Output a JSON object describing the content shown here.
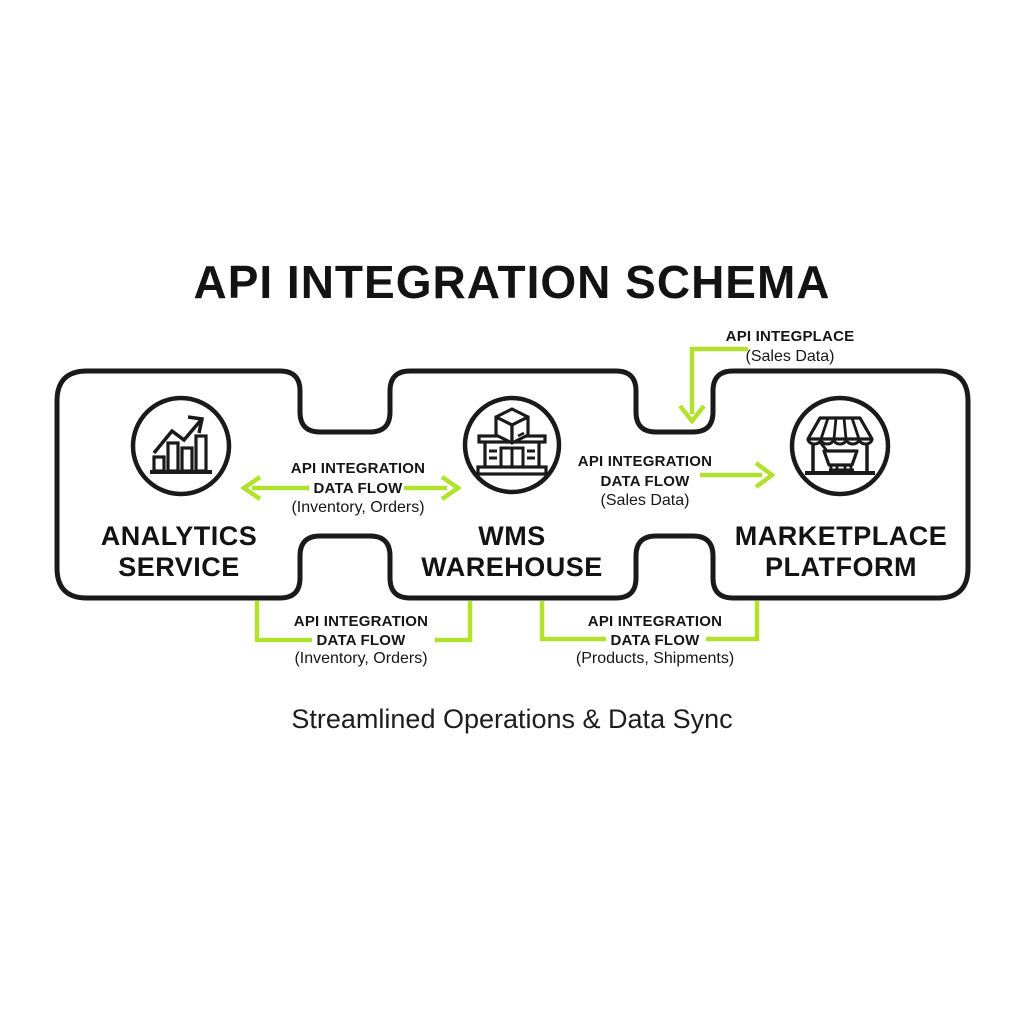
{
  "title": "API INTEGRATION SCHEMA",
  "caption": "Streamlined Operations & Data Sync",
  "colors": {
    "accent_green": "#b3e12f",
    "ink": "#1a1a1a",
    "background": "#ffffff"
  },
  "nodes": [
    {
      "id": "analytics-service",
      "icon": "bar-chart-icon",
      "line1": "ANALYTICS",
      "line2": "SERVICE"
    },
    {
      "id": "wms-warehouse",
      "icon": "warehouse-icon",
      "line1": "WMS",
      "line2": "WAREHOUSE"
    },
    {
      "id": "marketplace-platform",
      "icon": "storefront-icon",
      "line1": "MARKETPLACE",
      "line2": "PLATFORM"
    }
  ],
  "labels": {
    "top_callout": {
      "line1": "API INTEGPLACE",
      "line2": "(Sales Data)"
    },
    "flow_left": {
      "line1": "API INTEGRATION",
      "line2": "DATA FLOW",
      "line3": "(Inventory, Orders)"
    },
    "flow_right": {
      "line1": "API INTEGRATION",
      "line2": "DATA FLOW",
      "line3": "(Sales Data)"
    },
    "flow_bottom_left": {
      "line1": "API INTEGRATION",
      "line2": "DATA FLOW",
      "line3": "(Inventory, Orders)"
    },
    "flow_bottom_right": {
      "line1": "API INTEGRATION",
      "line2": "DATA FLOW",
      "line3": "(Products, Shipments)"
    }
  }
}
